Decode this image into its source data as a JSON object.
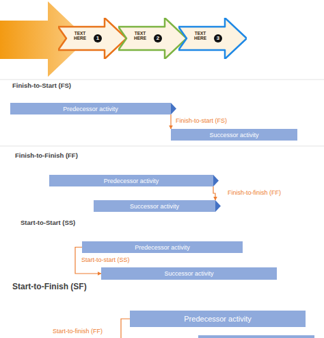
{
  "diagram": {
    "nodes": [
      {
        "text": [
          "TEXT HERE"
        ]
      },
      {
        "text": [
          "1"
        ],
        "in": 0
      },
      {
        "text": [
          "TEXT HERE"
        ]
      },
      {
        "text": [
          "2"
        ],
        "in": 2
      },
      {
        "text": [
          "TEXT HERE"
        ]
      },
      {
        "text": [
          "3"
        ],
        "in": 4
      },
      {
        "text": [
          "Predecessor activity"
        ]
      },
      {
        "text": [
          "Successor activity"
        ]
      },
      {
        "text": [
          "Predecessor activity"
        ]
      },
      {
        "text": [
          "Successor activity"
        ]
      },
      {
        "text": [
          "Predecessor activity"
        ]
      },
      {
        "text": [
          "Successor activity"
        ]
      },
      {
        "text": [
          "Predecessor activity"
        ]
      }
    ],
    "edges": [
      {
        "from": 6,
        "to": 7,
        "arrow": "to",
        "label": "Finish-to-start (FS)"
      },
      {
        "from": 8,
        "to": 9,
        "arrow": "to",
        "label": "Finish-to-finish (FF)"
      },
      {
        "from": 10,
        "to": 11,
        "arrow": "to",
        "label": "Start-to-start (SS)"
      }
    ],
    "labels": [
      "Finish-to-Start (FS)",
      "Finish-to-Finish (FF)",
      "Start-to-Start (SS)",
      "Start-to-Finish (SF)",
      "Start-to-finish (FF)"
    ]
  }
}
